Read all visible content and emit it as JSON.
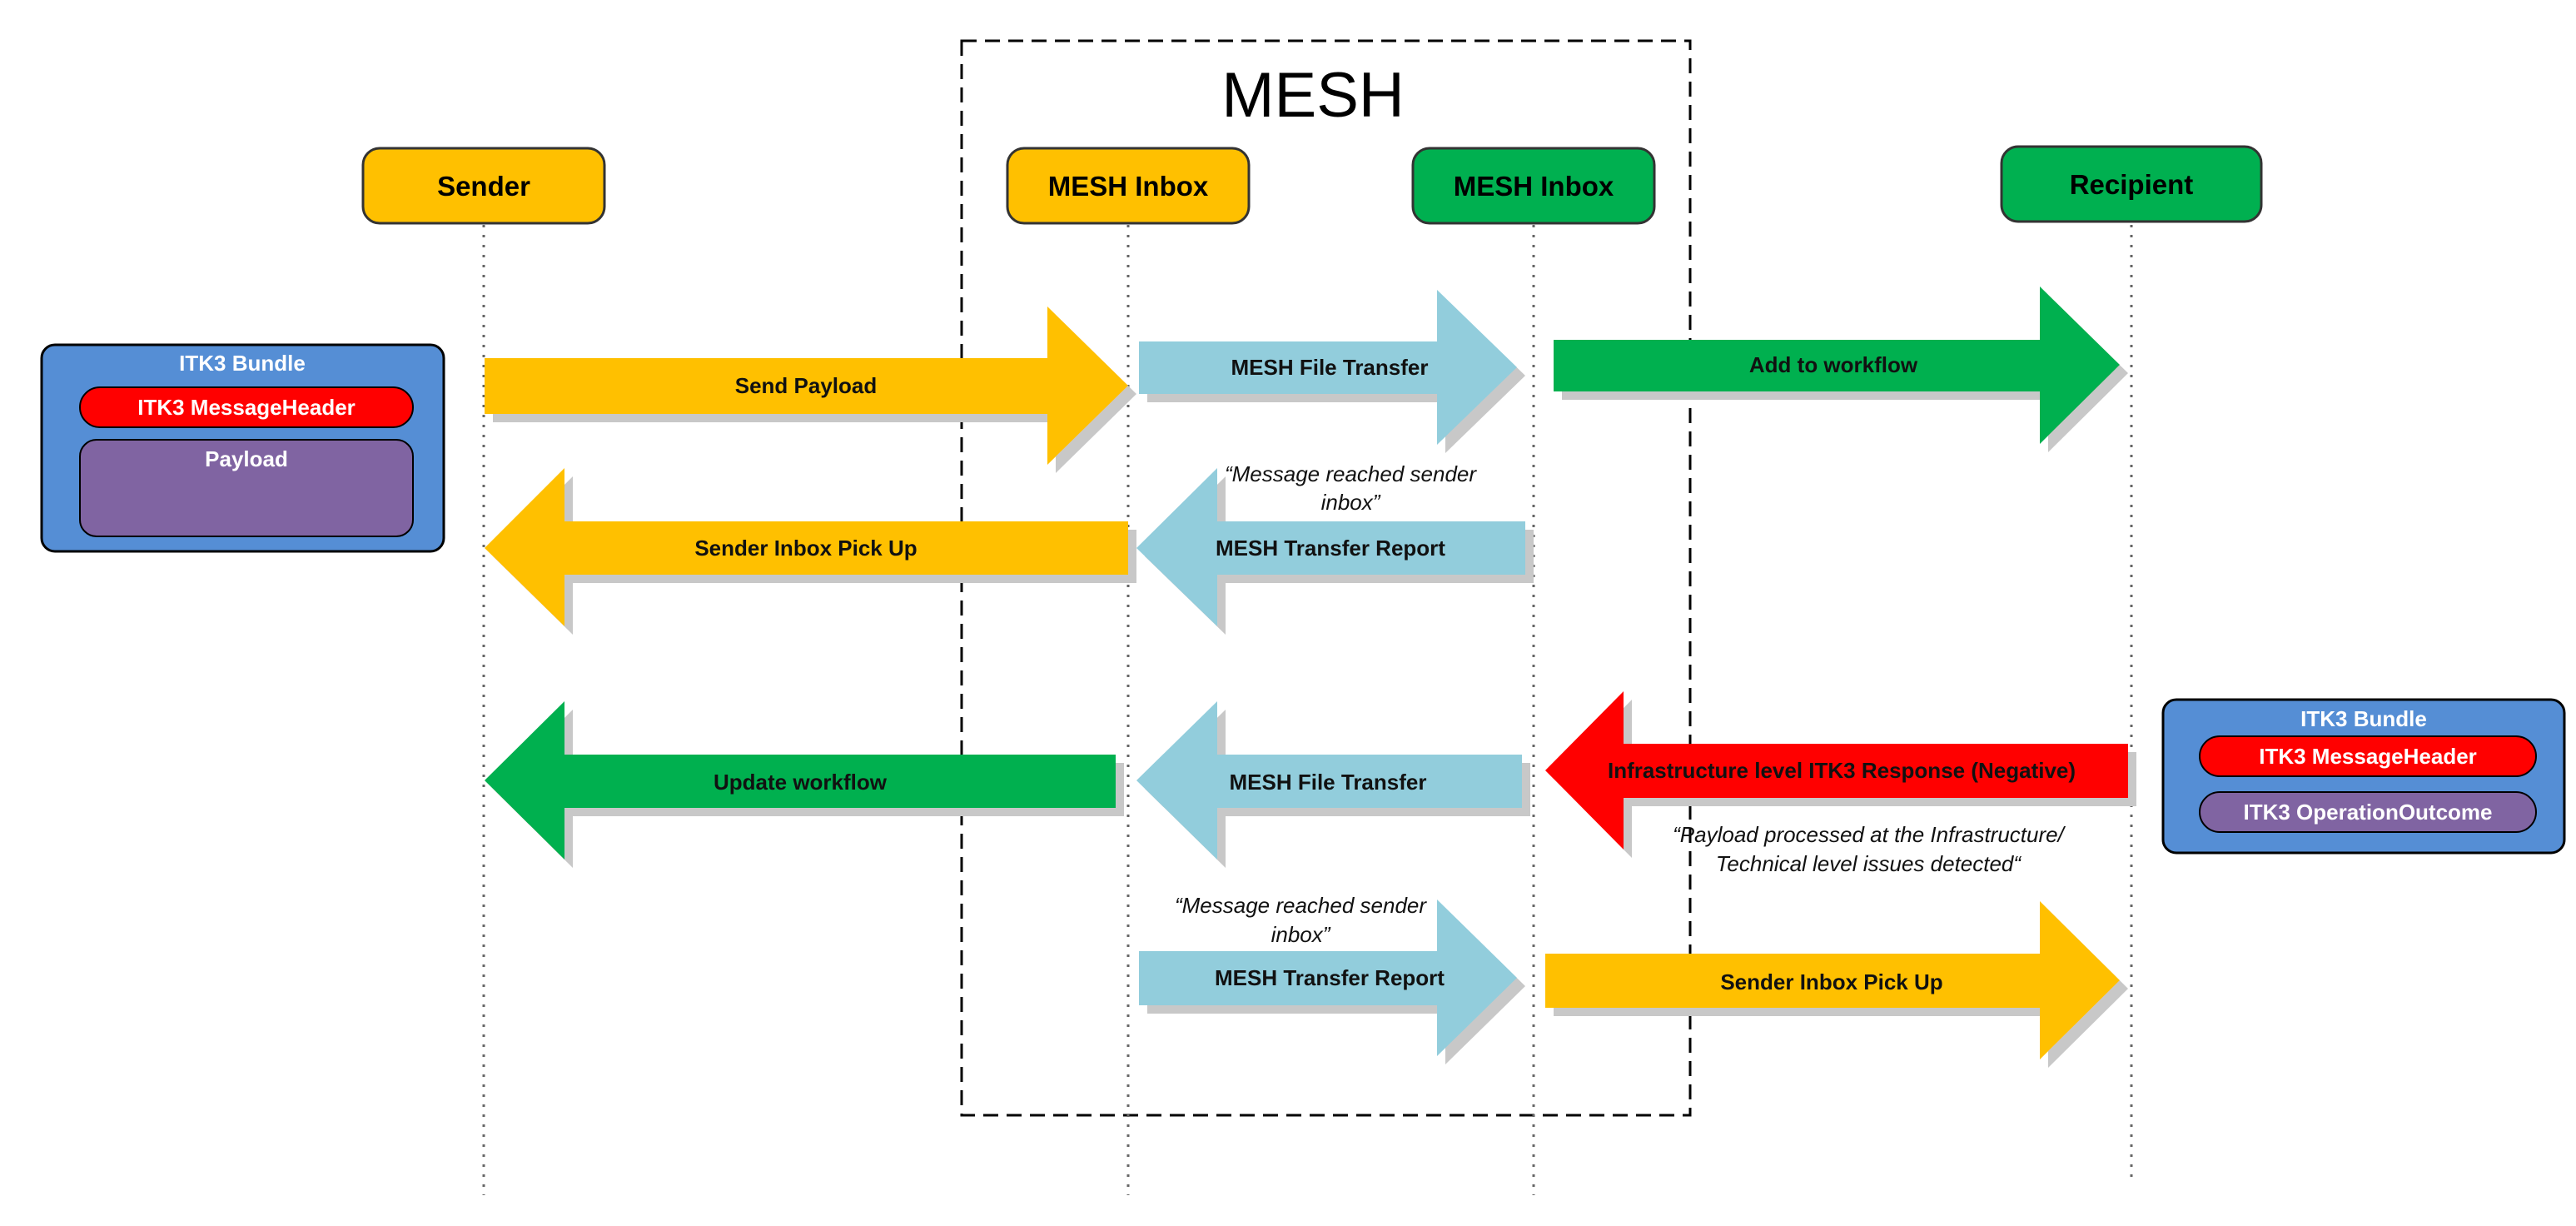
{
  "colors": {
    "yellow": "#FFC000",
    "green": "#00B050",
    "light_blue": "#92CDDC",
    "red": "#FF0000",
    "bundle_blue": "#558ED5",
    "purple": "#8064A2"
  },
  "boundary": {
    "title": "MESH"
  },
  "actors": {
    "sender": "Sender",
    "mesh_inbox_1": "MESH Inbox",
    "mesh_inbox_2": "MESH Inbox",
    "recipient": "Recipient"
  },
  "arrows": {
    "send_payload": "Send Payload",
    "mesh_file_transfer_1": "MESH File Transfer",
    "add_to_workflow": "Add to workflow",
    "sender_inbox_pickup_1": "Sender Inbox Pick Up",
    "mesh_transfer_report_1": "MESH Transfer Report",
    "update_workflow": "Update  workflow",
    "mesh_file_transfer_2": "MESH File Transfer",
    "infrastructure_response": "Infrastructure level ITK3 Response (Negative)",
    "mesh_transfer_report_2": "MESH Transfer Report",
    "sender_inbox_pickup_2": "Sender Inbox Pick Up"
  },
  "notes": {
    "note1_line1": "“Message reached sender",
    "note1_line2": "inbox”",
    "note2_line1": "“Payload processed at the Infrastructure/",
    "note2_line2": "Technical level issues detected“",
    "note3_line1": "“Message reached sender",
    "note3_line2": "inbox”"
  },
  "bundle_left": {
    "title": "ITK3 Bundle",
    "header": "ITK3 MessageHeader",
    "body": "Payload"
  },
  "bundle_right": {
    "title": "ITK3 Bundle",
    "header": "ITK3 MessageHeader",
    "body": "ITK3 OperationOutcome"
  }
}
